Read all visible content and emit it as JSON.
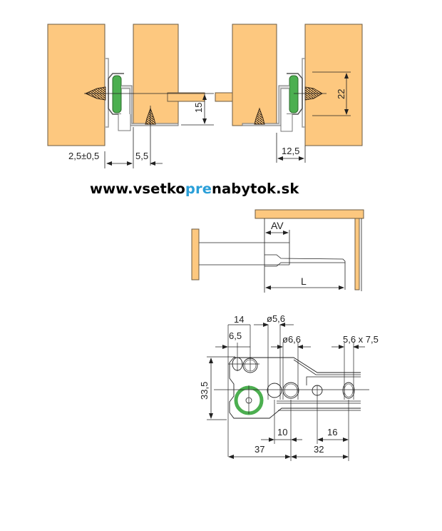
{
  "colors": {
    "wood": "#fdc87f",
    "wood_edge": "#6b5a40",
    "roller": "#4caf50",
    "line": "#222222",
    "rail": "#9a9a9a",
    "url_accent": "#2a9fd8"
  },
  "website": {
    "prefix": "www.vsetko",
    "highlight": "pre",
    "suffix": "nabytok.sk"
  },
  "section_view": {
    "dimensions": {
      "side_gap": "2,5±0,5",
      "inner_offset": "5,5",
      "bottom_thickness": "15",
      "rail_offset": "12,5",
      "mount_height": "22"
    }
  },
  "side_view": {
    "dimensions": {
      "advance": "AV",
      "length": "L"
    }
  },
  "bracket_view": {
    "dimensions": {
      "hole_spacing_top": "14",
      "hole_offset": "6,5",
      "hole_dia_small": "ø5,6",
      "hole_dia_large": "ø6,6",
      "slot": "5,6 x 7,5",
      "height": "33,5",
      "spacing_10": "10",
      "spacing_16": "16",
      "spacing_37": "37",
      "spacing_32": "32"
    }
  }
}
